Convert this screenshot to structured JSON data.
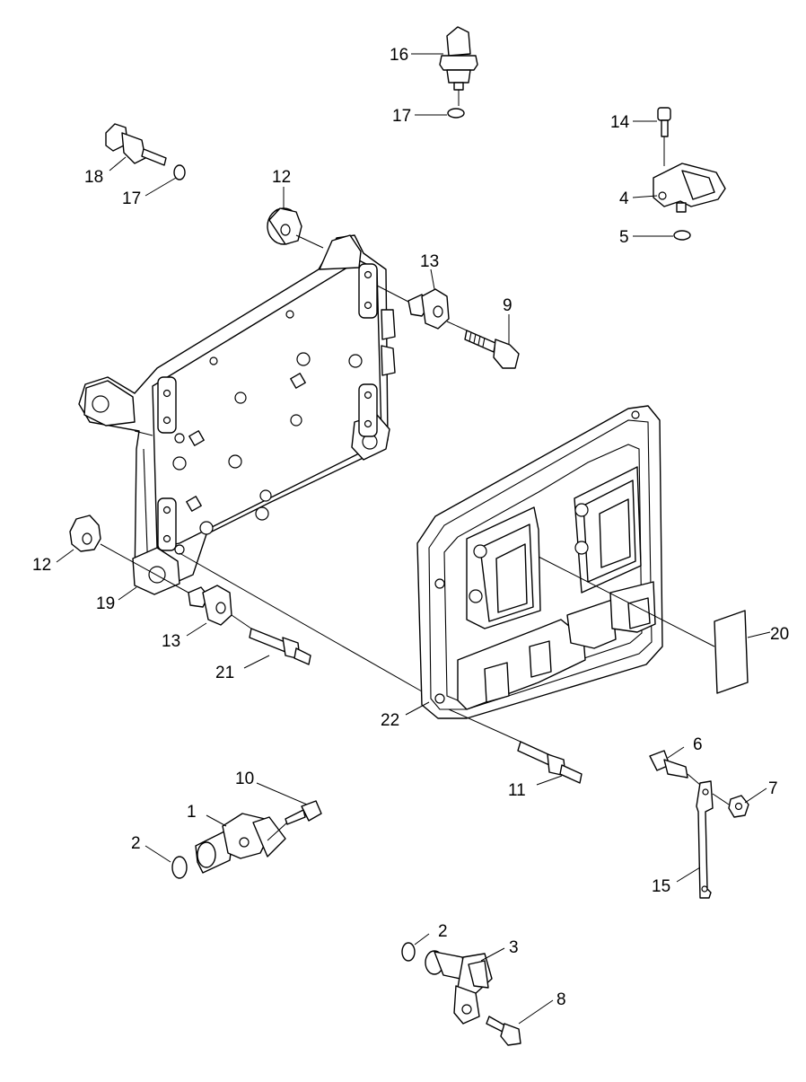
{
  "diagram": {
    "callouts": [
      {
        "id": "1",
        "label": "1"
      },
      {
        "id": "2a",
        "label": "2"
      },
      {
        "id": "2b",
        "label": "2"
      },
      {
        "id": "3",
        "label": "3"
      },
      {
        "id": "4",
        "label": "4"
      },
      {
        "id": "5",
        "label": "5"
      },
      {
        "id": "6",
        "label": "6"
      },
      {
        "id": "7",
        "label": "7"
      },
      {
        "id": "8",
        "label": "8"
      },
      {
        "id": "9",
        "label": "9"
      },
      {
        "id": "10",
        "label": "10"
      },
      {
        "id": "11",
        "label": "11"
      },
      {
        "id": "12a",
        "label": "12"
      },
      {
        "id": "12b",
        "label": "12"
      },
      {
        "id": "13a",
        "label": "13"
      },
      {
        "id": "13b",
        "label": "13"
      },
      {
        "id": "14",
        "label": "14"
      },
      {
        "id": "15",
        "label": "15"
      },
      {
        "id": "16",
        "label": "16"
      },
      {
        "id": "17a",
        "label": "17"
      },
      {
        "id": "17b",
        "label": "17"
      },
      {
        "id": "18",
        "label": "18"
      },
      {
        "id": "19",
        "label": "19"
      },
      {
        "id": "20",
        "label": "20"
      },
      {
        "id": "21",
        "label": "21"
      },
      {
        "id": "22",
        "label": "22"
      }
    ]
  }
}
